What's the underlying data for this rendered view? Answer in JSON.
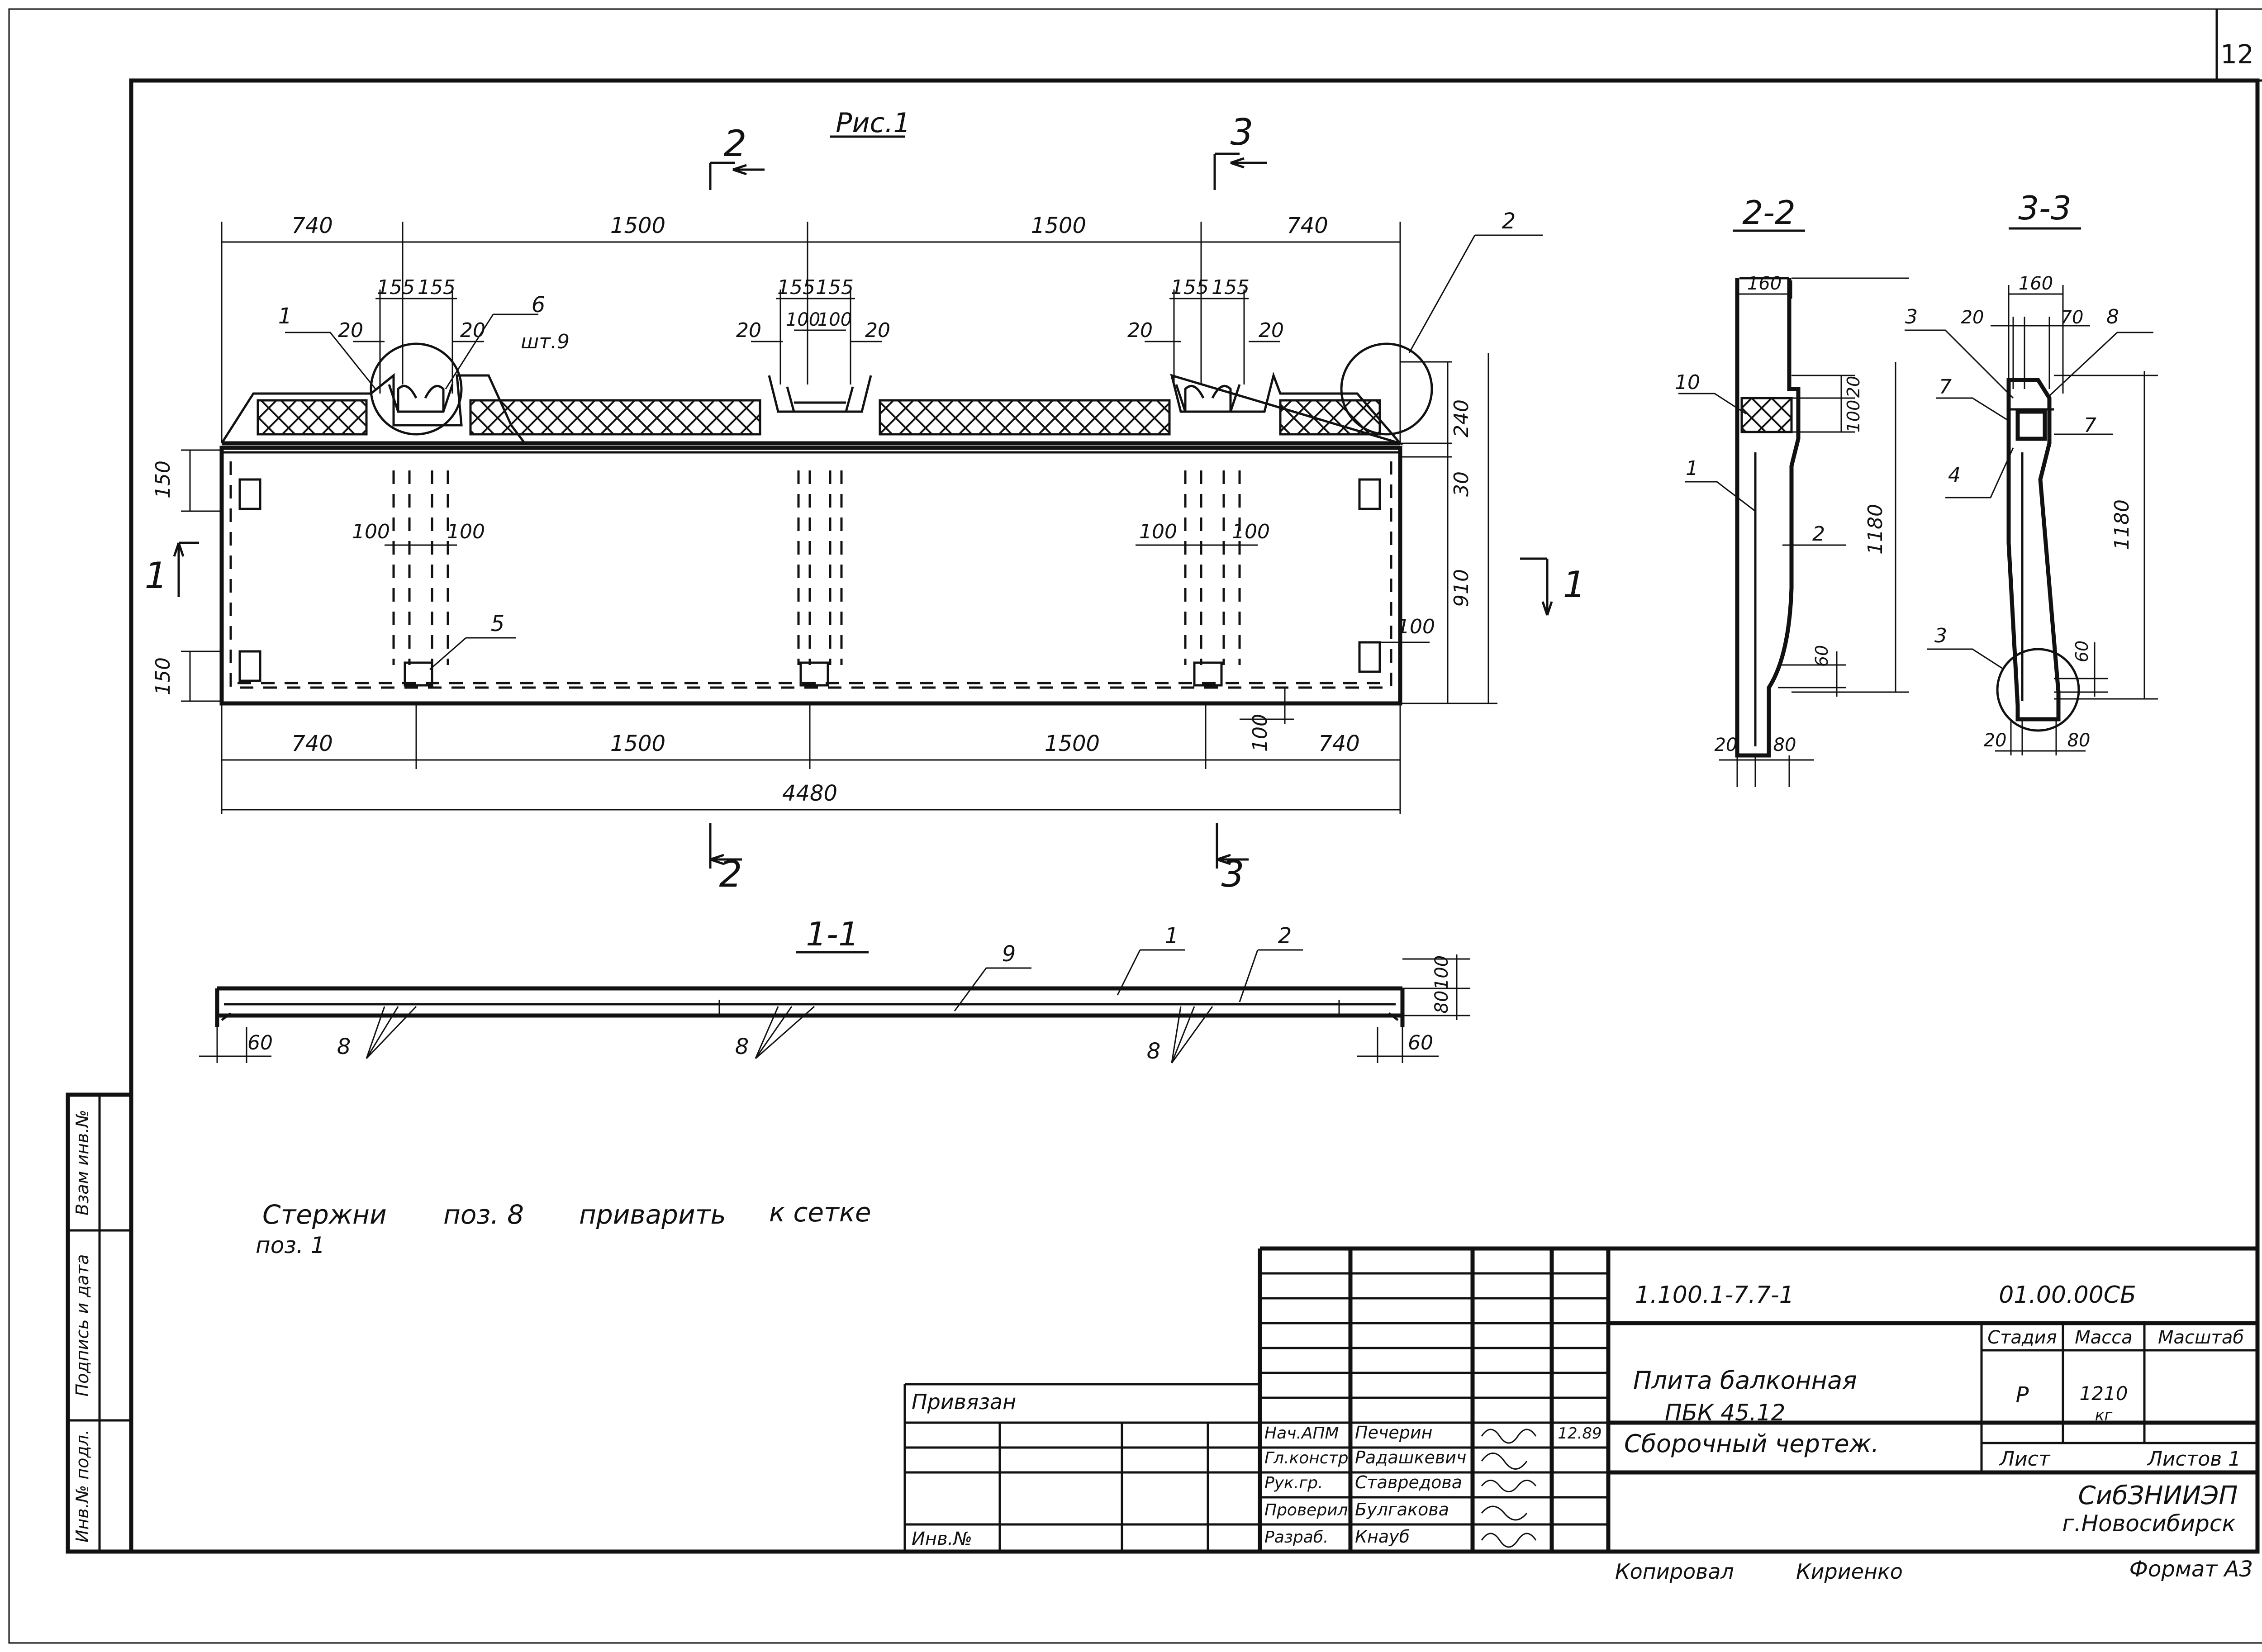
{
  "sheet_number": "12",
  "figure_title": "Рис.1",
  "section_marks": {
    "s2": "2",
    "s3": "3",
    "s1": "1"
  },
  "plan_dims": {
    "top": [
      "740",
      "1500",
      "1500",
      "740"
    ],
    "bottom": [
      "740",
      "1500",
      "1500",
      "740"
    ],
    "overall": "4480",
    "sockets_a": [
      "155",
      "155"
    ],
    "sockets_b": [
      "155",
      "155"
    ],
    "sockets_c": [
      "155",
      "155"
    ],
    "inner_b": [
      "100",
      "100"
    ],
    "gaps": [
      "20",
      "20",
      "20",
      "20",
      "20",
      "20"
    ],
    "stiffeners": [
      "100",
      "100",
      "100",
      "100"
    ],
    "right": [
      "240",
      "30",
      "910"
    ],
    "left": [
      "150",
      "150"
    ],
    "right_small": "100",
    "bottom_small": "100"
  },
  "callouts": {
    "c1": "1",
    "c2": "2",
    "c5": "5",
    "c6": "6",
    "c6_qty": "шт.9"
  },
  "section_22": {
    "title": "2-2",
    "dims": {
      "width": "160",
      "top": "20",
      "hatch": "100",
      "height": "1180",
      "bottom": "60",
      "left": "20",
      "right": "80"
    },
    "callouts": {
      "c10": "10",
      "c1": "1",
      "c2": "2"
    }
  },
  "section_33": {
    "title": "3-3",
    "dims": {
      "width": "160",
      "left": "20",
      "right": "70",
      "height": "1180",
      "bottom": "60",
      "b_left": "20",
      "b_right": "80"
    },
    "callouts": {
      "c3a": "3",
      "c8": "8",
      "c7a": "7",
      "c7b": "7",
      "c4": "4",
      "c3b": "3"
    }
  },
  "section_11": {
    "title": "1-1",
    "dims": {
      "left": "60",
      "right": "60",
      "h100": "100",
      "h80": "80"
    },
    "callouts": {
      "c9": "9",
      "c1": "1",
      "c2": "2",
      "c8a": "8",
      "c8b": "8",
      "c8c": "8"
    }
  },
  "note": {
    "line1_a": "Стержни",
    "line1_b": "поз. 8",
    "line1_c": "приварить",
    "line1_d": "к сетке",
    "line2": "поз. 1"
  },
  "side_stamp": {
    "inv_podl": "Инв.№ подл.",
    "podpis": "Подпись и дата",
    "vzam": "Взам инв.№"
  },
  "title_block": {
    "code": "1.100.1-7.7-1",
    "doc_code": "01.00.00СБ",
    "title_line1": "Плита балконная",
    "title_line2": "ПБК 45.12",
    "title_line3": "Сборочный чертеж.",
    "stage_header": "Стадия",
    "mass_header": "Масса",
    "scale_header": "Масштаб",
    "stage": "Р",
    "mass": "1210",
    "mass_unit": "кг",
    "sheet_label": "Лист",
    "sheets_label": "Листов 1",
    "org_line1": "СибЗНИИЭП",
    "org_line2": "г.Новосибирск",
    "privyazan": "Привязан",
    "inv_no": "Инв.№",
    "roles": [
      "Нач.АПМ",
      "Гл.констр.",
      "Рук.гр.",
      "Проверил",
      "Разраб."
    ],
    "names": [
      "Печерин",
      "Радашкевич",
      "Ставредова",
      "Булгакова",
      "Кнауб"
    ],
    "date": "12.89",
    "copied_label": "Копировал",
    "copied_name": "Кириенко",
    "format": "Формат А3"
  }
}
